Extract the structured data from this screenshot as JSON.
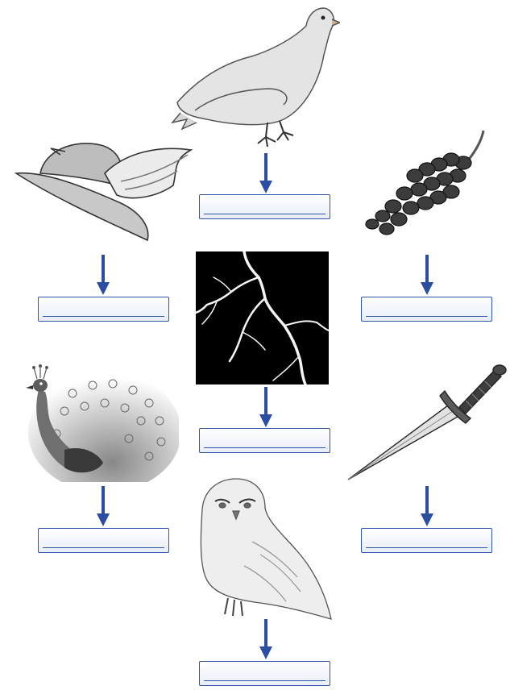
{
  "page": {
    "pictures": [
      {
        "name": "dove-picture",
        "icon": "dove-icon"
      },
      {
        "name": "winged-hat-picture",
        "icon": "winged-hat-icon"
      },
      {
        "name": "grapes-picture",
        "icon": "grapes-icon"
      },
      {
        "name": "lightning-picture",
        "icon": "lightning-icon"
      },
      {
        "name": "peacock-picture",
        "icon": "peacock-icon"
      },
      {
        "name": "sword-picture",
        "icon": "sword-icon"
      },
      {
        "name": "owl-picture",
        "icon": "owl-icon"
      }
    ],
    "answer_boxes": [
      {
        "for": "dove",
        "value": ""
      },
      {
        "for": "winged-hat",
        "value": ""
      },
      {
        "for": "grapes",
        "value": ""
      },
      {
        "for": "lightning",
        "value": ""
      },
      {
        "for": "peacock",
        "value": ""
      },
      {
        "for": "sword",
        "value": ""
      },
      {
        "for": "owl",
        "value": ""
      }
    ],
    "colors": {
      "accent": "#2f56a8",
      "arrow": "#2b4ea2",
      "box_fill_top": "#ffffff",
      "box_fill_bottom": "#e8edf8",
      "lightning_bg": "#000000"
    }
  }
}
